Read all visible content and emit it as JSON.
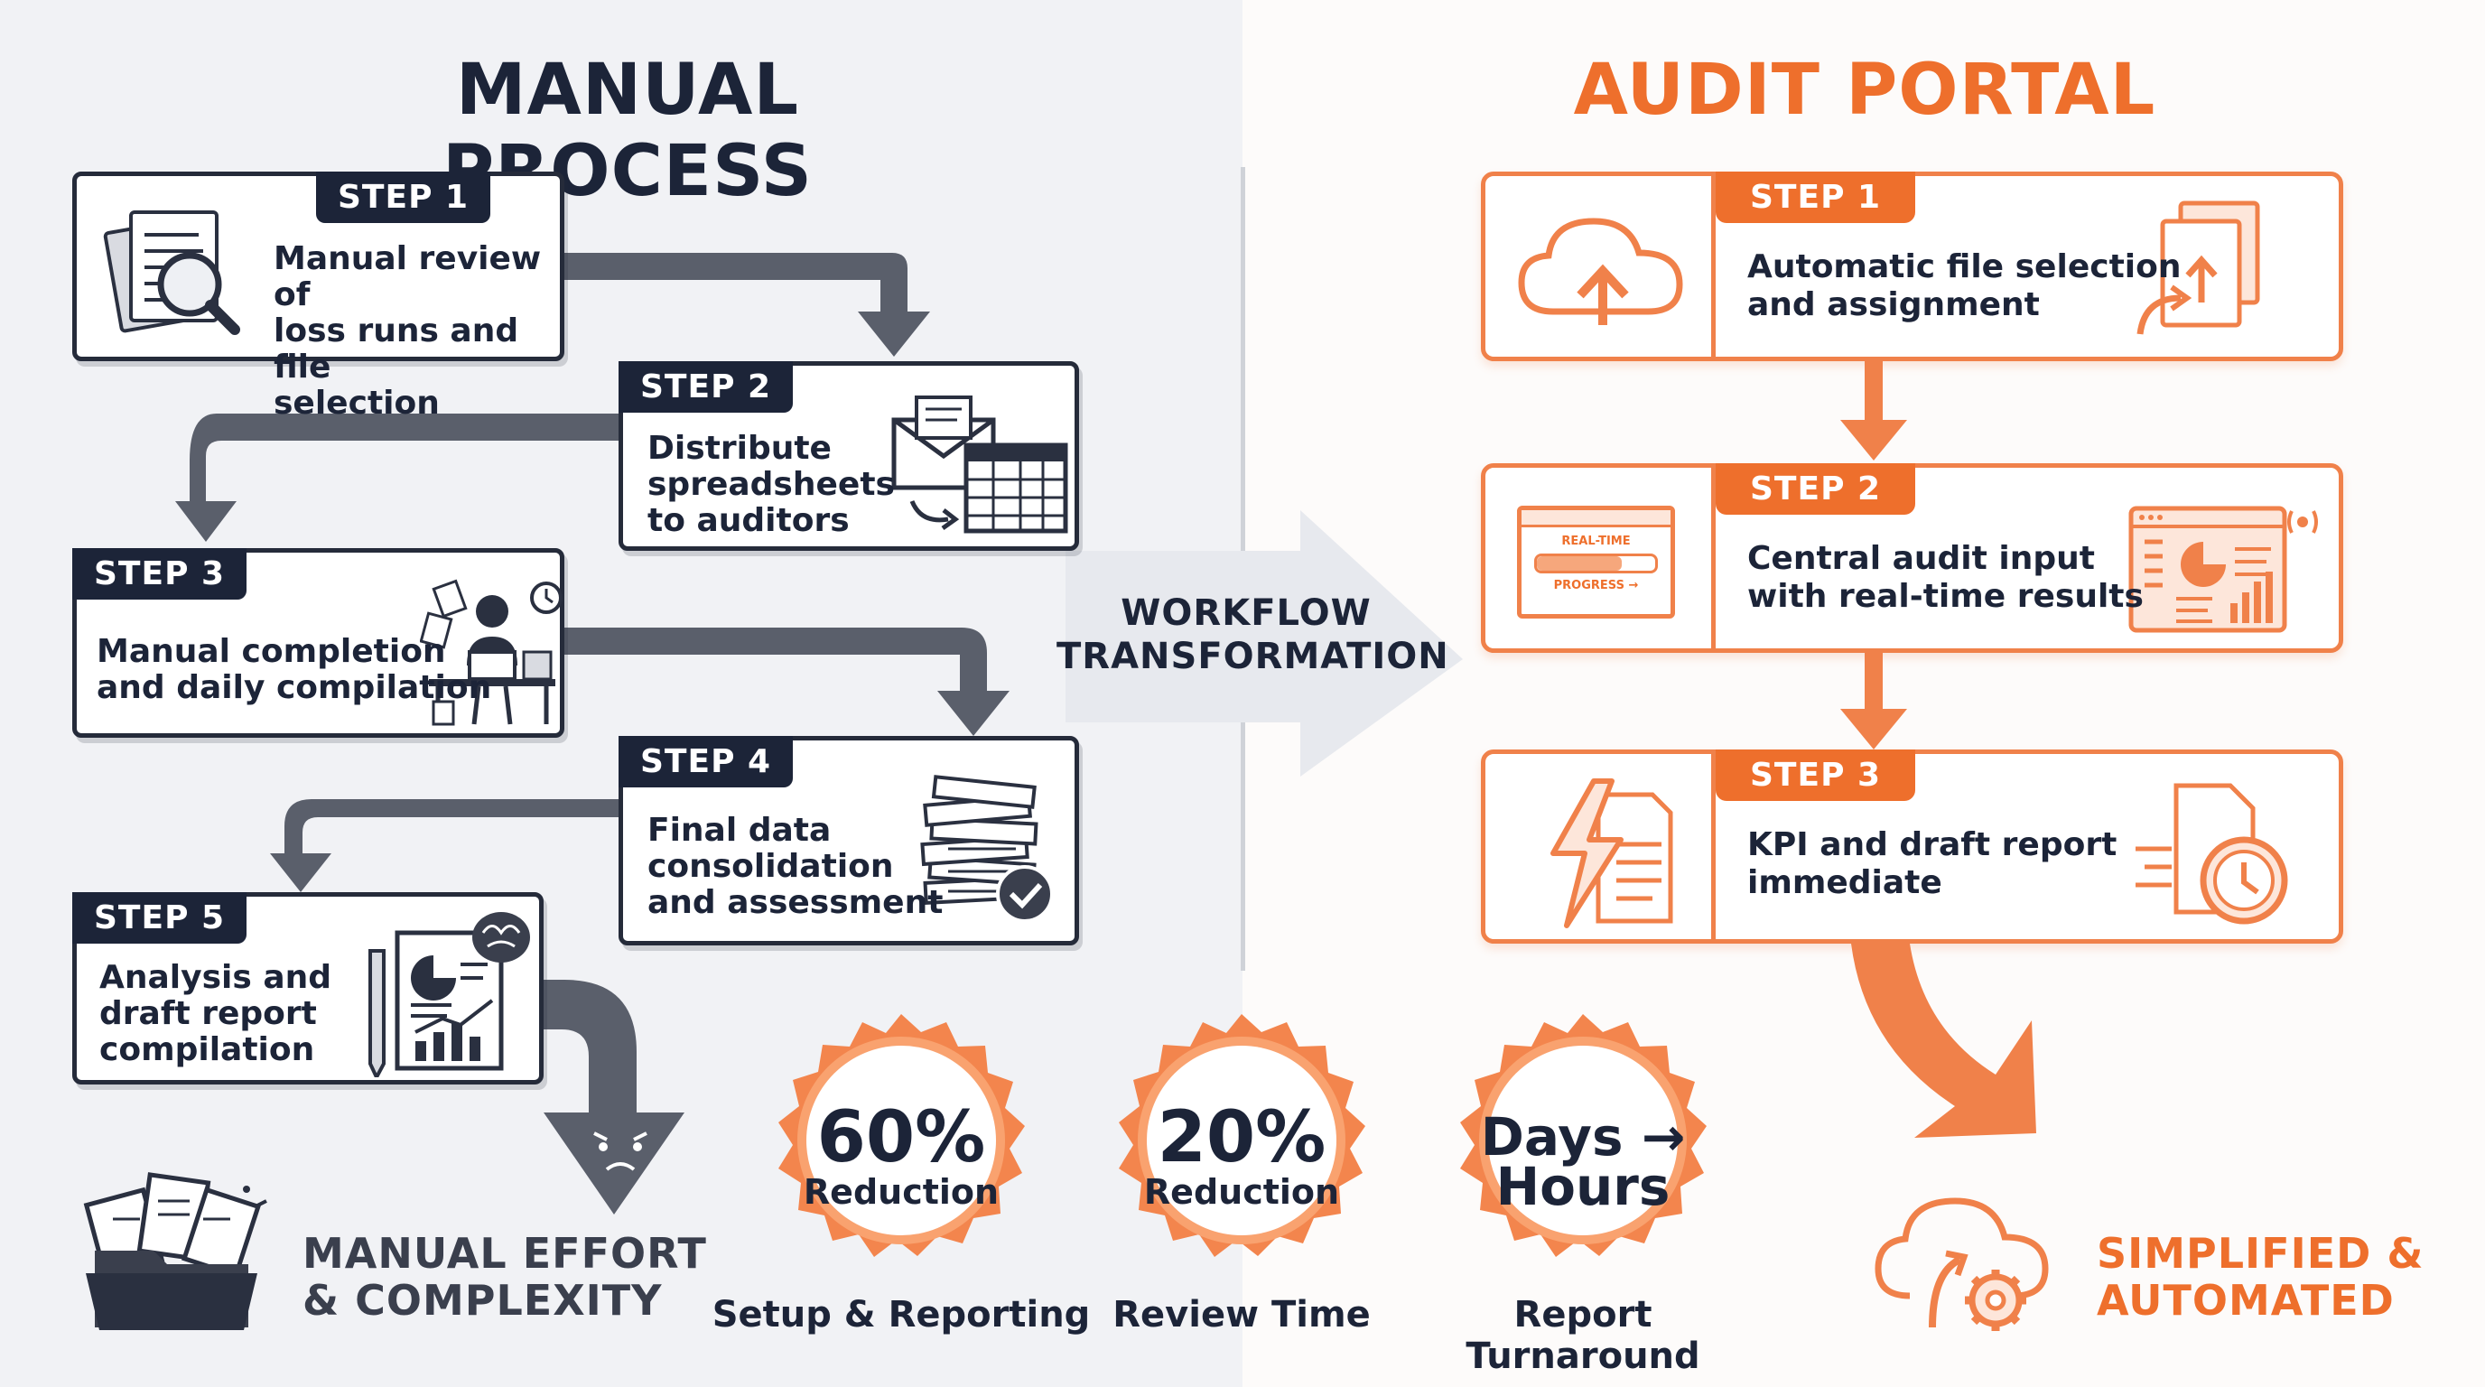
{
  "manual": {
    "title": "MANUAL PROCESS",
    "steps": [
      {
        "badge": "STEP 1",
        "text": "Manual review of\nloss runs and file\nselection",
        "icon": "document-magnifier-icon"
      },
      {
        "badge": "STEP 2",
        "text": "Distribute\nspreadsheets\nto auditors",
        "icon": "envelope-spreadsheet-icon"
      },
      {
        "badge": "STEP 3",
        "text": "Manual completion\nand daily compilation",
        "icon": "overworked-worker-icon"
      },
      {
        "badge": "STEP 4",
        "text": "Final data\nconsolidation\nand assessment",
        "icon": "paper-stack-check-icon"
      },
      {
        "badge": "STEP 5",
        "text": "Analysis and\ndraft report\ncompilation",
        "icon": "report-brain-icon"
      }
    ],
    "footer": "MANUAL EFFORT\n& COMPLEXITY"
  },
  "center": {
    "line1": "WORKFLOW",
    "line2": "TRANSFORMATION"
  },
  "portal": {
    "title": "AUDIT PORTAL",
    "steps": [
      {
        "badge": "STEP 1",
        "text": "Automatic file selection\nand assignment",
        "icon": "cloud-upload-icon"
      },
      {
        "badge": "STEP 2",
        "text": "Central audit input\nwith real-time results",
        "icon": "realtime-progress-icon",
        "icon_text_top": "REAL-TIME",
        "icon_text_bottom": "PROGRESS →"
      },
      {
        "badge": "STEP 3",
        "text": "KPI and draft report\nimmediate",
        "icon": "lightning-document-icon"
      }
    ],
    "footer": "SIMPLIFIED &\nAUTOMATED"
  },
  "stats": [
    {
      "main": "60%",
      "sub": "Reduction",
      "caption": "Setup & Reporting"
    },
    {
      "main": "20%",
      "sub": "Reduction",
      "caption": "Review Time"
    },
    {
      "line1": "Days →",
      "line2": "Hours",
      "caption": "Report Turnaround"
    }
  ],
  "colors": {
    "navy": "#1c2438",
    "orange": "#ee6f2c",
    "gray_arrow": "#5a5f6b"
  }
}
